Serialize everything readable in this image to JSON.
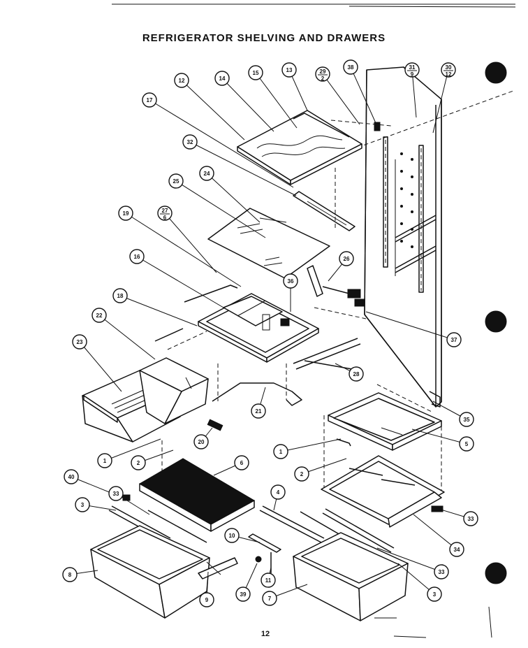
{
  "title": "REFRIGERATOR SHELVING AND DRAWERS",
  "page_number": "12",
  "callouts": [
    {
      "id": "c12",
      "label": "12"
    },
    {
      "id": "c14",
      "label": "14"
    },
    {
      "id": "c15",
      "label": "15"
    },
    {
      "id": "c13",
      "label": "13"
    },
    {
      "id": "c29",
      "label": "29",
      "sub": "2"
    },
    {
      "id": "c38",
      "label": "38"
    },
    {
      "id": "c31",
      "label": "31",
      "sub": "9"
    },
    {
      "id": "c30",
      "label": "30",
      "sub": "12"
    },
    {
      "id": "c17",
      "label": "17"
    },
    {
      "id": "c32",
      "label": "32"
    },
    {
      "id": "c24",
      "label": "24"
    },
    {
      "id": "c25",
      "label": "25"
    },
    {
      "id": "c19",
      "label": "19"
    },
    {
      "id": "c27",
      "label": "27",
      "sub": "6"
    },
    {
      "id": "c16",
      "label": "16"
    },
    {
      "id": "c26",
      "label": "26"
    },
    {
      "id": "c36",
      "label": "36"
    },
    {
      "id": "c18",
      "label": "18"
    },
    {
      "id": "c22",
      "label": "22"
    },
    {
      "id": "c23",
      "label": "23"
    },
    {
      "id": "c37",
      "label": "37"
    },
    {
      "id": "c28",
      "label": "28"
    },
    {
      "id": "c21",
      "label": "21"
    },
    {
      "id": "c35",
      "label": "35"
    },
    {
      "id": "c5",
      "label": "5"
    },
    {
      "id": "c20",
      "label": "20"
    },
    {
      "id": "c1a",
      "label": "1"
    },
    {
      "id": "c1b",
      "label": "1"
    },
    {
      "id": "c2a",
      "label": "2"
    },
    {
      "id": "c2b",
      "label": "2"
    },
    {
      "id": "c6",
      "label": "6"
    },
    {
      "id": "c40",
      "label": "40"
    },
    {
      "id": "c33a",
      "label": "33"
    },
    {
      "id": "c4",
      "label": "4"
    },
    {
      "id": "c3a",
      "label": "3"
    },
    {
      "id": "c33b",
      "label": "33"
    },
    {
      "id": "c34",
      "label": "34"
    },
    {
      "id": "c10",
      "label": "10"
    },
    {
      "id": "c8",
      "label": "8"
    },
    {
      "id": "c33c",
      "label": "33"
    },
    {
      "id": "c11",
      "label": "11"
    },
    {
      "id": "c39",
      "label": "39"
    },
    {
      "id": "c9",
      "label": "9"
    },
    {
      "id": "c7",
      "label": "7"
    },
    {
      "id": "c3b",
      "label": "3"
    }
  ]
}
